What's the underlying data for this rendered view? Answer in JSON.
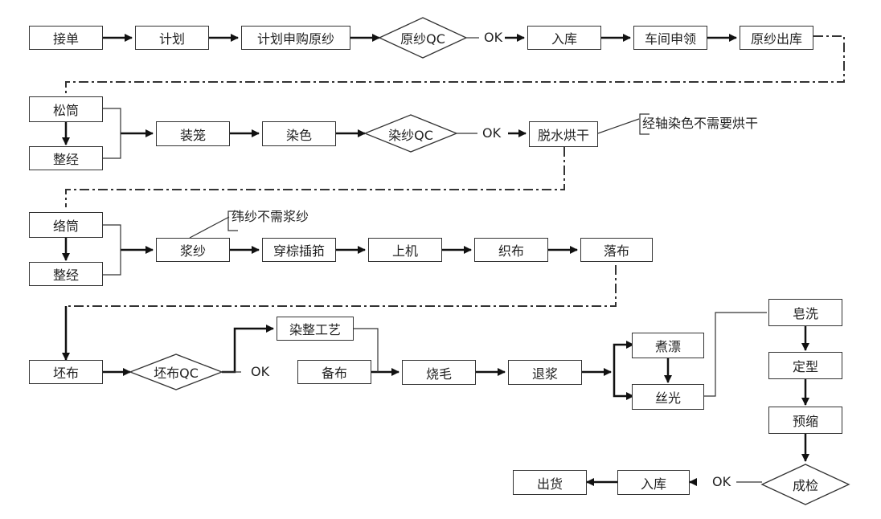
{
  "row1": {
    "jiedan": "接单",
    "jihua": "计划",
    "shengou": "计划申购原纱",
    "qc": "原纱QC",
    "ok": "OK",
    "ruku": "入库",
    "shenling": "车间申领",
    "chuku": "原纱出库"
  },
  "row2": {
    "songtong": "松筒",
    "zhengjing": "整经",
    "zhuanglong": "装笼",
    "ranse": "染色",
    "qc": "染纱QC",
    "ok": "OK",
    "tuoshui": "脱水烘干",
    "note": "经轴染色不需要烘干"
  },
  "row3": {
    "luotong": "络筒",
    "zhengjing": "整经",
    "jiangsha": "浆纱",
    "chuanzong": "穿棕插筘",
    "shangji": "上机",
    "zhibu": "织布",
    "luobu": "落布",
    "note": "纬纱不需浆纱"
  },
  "row4": {
    "pibu": "坯布",
    "qc": "坯布QC",
    "ok": "OK",
    "ranzheng": "染整工艺",
    "beibu": "备布",
    "shaomao": "烧毛",
    "tuijiang": "退浆",
    "zhupiao": "煮漂",
    "siguang": "丝光",
    "zaoxi": "皂洗",
    "dingxing": "定型",
    "yusuo": "预缩",
    "chengjian": "成检",
    "ok2": "OK",
    "ruku": "入库",
    "chuhuo": "出货"
  }
}
